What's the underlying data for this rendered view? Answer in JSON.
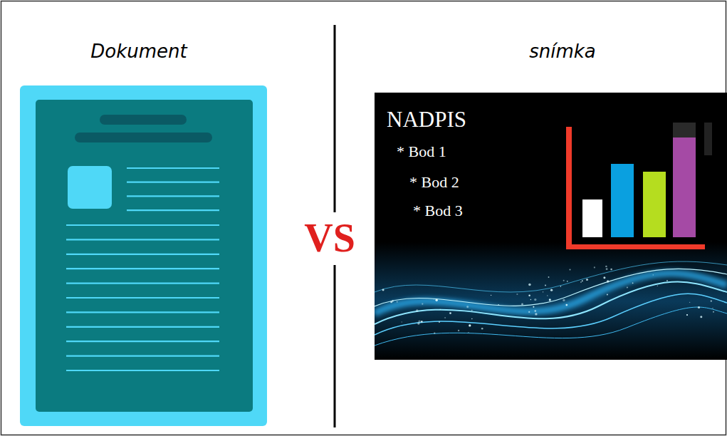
{
  "diagram": {
    "nodes": [
      {
        "text": [
          "Dokument"
        ]
      },
      {
        "text": [
          "snímka",
          "NADPIS",
          "* Bod 1",
          "* Bod 2",
          "* Bod 3"
        ]
      }
    ],
    "labels": [
      "VS"
    ]
  }
}
